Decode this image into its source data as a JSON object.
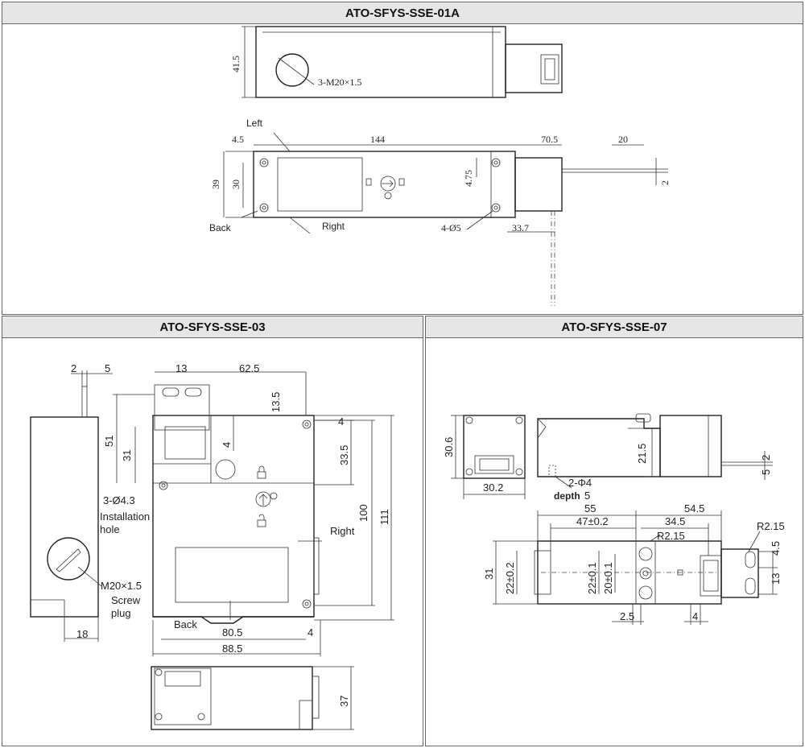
{
  "panels": {
    "top": {
      "title": "ATO-SFYS-SSE-01A"
    },
    "left": {
      "title": "ATO-SFYS-SSE-03"
    },
    "right": {
      "title": "ATO-SFYS-SSE-07"
    }
  },
  "sse01a": {
    "front": {
      "height": "41.5",
      "thread": "3-M20×1.5"
    },
    "top_view": {
      "left": "Left",
      "right": "Right",
      "back": "Back",
      "d_edge": "4.5",
      "d_len": "144",
      "d_tail": "70.5",
      "d_lead": "20",
      "d_h": "39",
      "d_h_inner": "30",
      "d_offset": "4.75",
      "d_wire": "2",
      "holes": "4-Ø5",
      "d_key": "33.7"
    }
  },
  "sse03": {
    "d_2": "2",
    "d_5": "5",
    "d_13": "13",
    "d_62_5": "62.5",
    "d_13_5": "13.5",
    "d_51": "51",
    "d_31": "31",
    "d_4a": "4",
    "d_4b": "4",
    "d_33_5": "33.5",
    "d_100": "100",
    "d_111": "111",
    "d_18": "18",
    "d_80_5": "80.5",
    "d_4c": "4",
    "d_88_5": "88.5",
    "d_37": "37",
    "holes": "3-Ø4.3",
    "install1": "Installation",
    "install2": "hole",
    "thread": "M20×1.5",
    "plug1": "Screw",
    "plug2": "plug",
    "right": "Right",
    "back": "Back"
  },
  "sse07": {
    "d_30_6": "30.6",
    "d_30_2": "30.2",
    "d_21_5": "21.5",
    "d_2": "2",
    "d_5": "5",
    "holes": "2-Φ4",
    "depth": "depth",
    "depth_v": "5",
    "d_55": "55",
    "d_54_5": "54.5",
    "d_47": "47±0.2",
    "d_34_5": "34.5",
    "r_a": "R2.15",
    "r_b": "R2.15",
    "d_4_5": "4.5",
    "d_13": "13",
    "d_31": "31",
    "d_22a": "22±0.2",
    "d_22b": "22±0.1",
    "d_20": "20±0.1",
    "d_2_5": "2.5",
    "d_4": "4"
  }
}
